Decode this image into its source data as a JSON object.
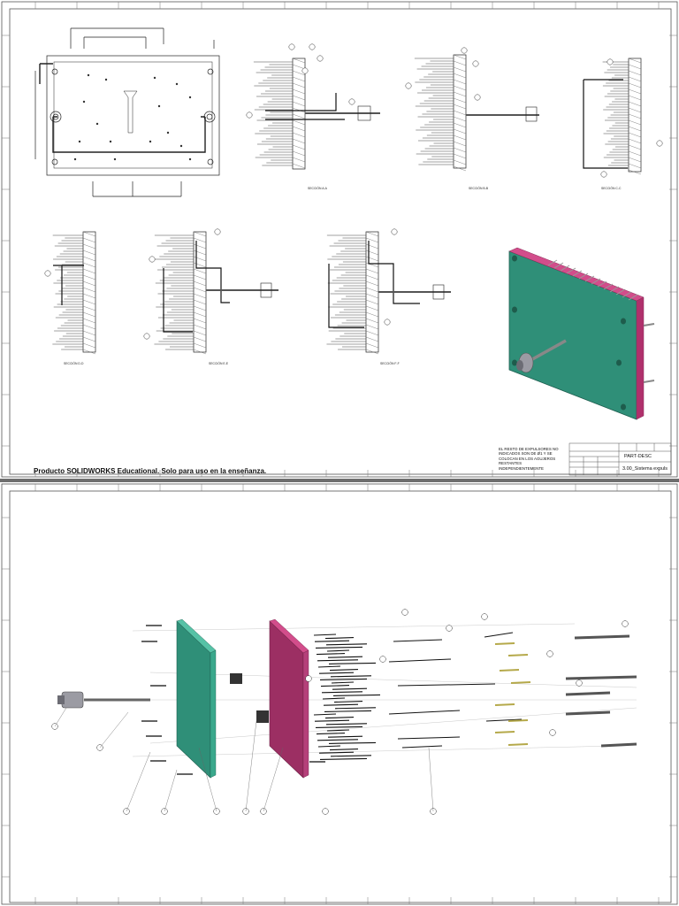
{
  "sheet1": {
    "watermark": "Producto SOLIDWORKS Educational. Solo para uso en la enseñanza.",
    "note_lines": [
      "EL RESTO DE EXPULSORES NO",
      "INDICADOS SON DE Ø1 Y SE",
      "COLOCAN EN LOS AGUJEROS",
      "RESTANTES INDEPENDIENTEMENTE"
    ],
    "title_block": {
      "part_field": "PART-DESC",
      "drawing_name": "3.00_Sistema expuls"
    },
    "section_labels": {
      "aa": "SECCIÓN A-A",
      "bb": "SECCIÓN B-B",
      "cc": "SECCIÓN C-C",
      "dd": "SECCIÓN D-D",
      "ee": "SECCIÓN E-E",
      "ff": "SECCIÓN F-F"
    }
  },
  "colors": {
    "plate_teal": "#2f8f78",
    "plate_magenta": "#c0407c",
    "line": "#222222",
    "frame": "#555555"
  },
  "icons": {
    "iso_render": "ejector-plate-iso-icon",
    "exploded": "exploded-assembly-icon"
  }
}
